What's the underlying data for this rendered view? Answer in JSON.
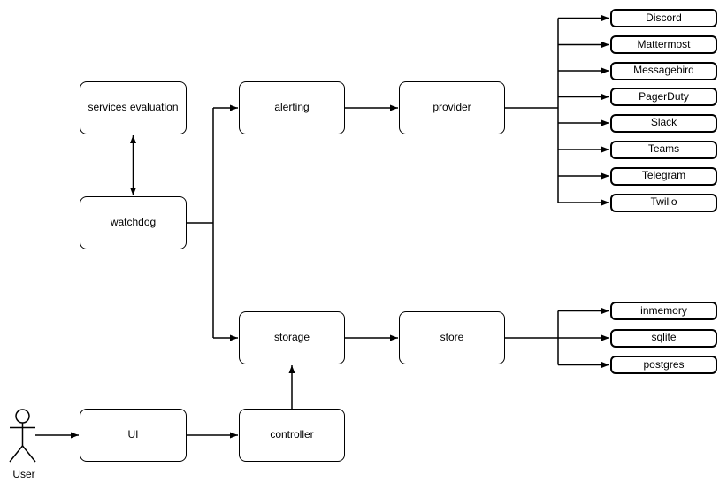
{
  "diagram": {
    "nodes": {
      "services_evaluation": "services evaluation",
      "watchdog": "watchdog",
      "alerting": "alerting",
      "provider": "provider",
      "storage": "storage",
      "store": "store",
      "ui": "UI",
      "controller": "controller"
    },
    "provider_targets": [
      "Discord",
      "Mattermost",
      "Messagebird",
      "PagerDuty",
      "Slack",
      "Teams",
      "Telegram",
      "Twilio"
    ],
    "store_targets": [
      "inmemory",
      "sqlite",
      "postgres"
    ],
    "actor": {
      "label": "User"
    },
    "edges": [
      {
        "from": "services_evaluation",
        "to": "watchdog",
        "style": "bidirectional"
      },
      {
        "from": "watchdog",
        "to": "alerting",
        "style": "arrow"
      },
      {
        "from": "watchdog",
        "to": "storage",
        "style": "arrow"
      },
      {
        "from": "alerting",
        "to": "provider",
        "style": "arrow"
      },
      {
        "from": "provider",
        "to": "Discord",
        "style": "arrow"
      },
      {
        "from": "provider",
        "to": "Mattermost",
        "style": "arrow"
      },
      {
        "from": "provider",
        "to": "Messagebird",
        "style": "arrow"
      },
      {
        "from": "provider",
        "to": "PagerDuty",
        "style": "arrow"
      },
      {
        "from": "provider",
        "to": "Slack",
        "style": "arrow"
      },
      {
        "from": "provider",
        "to": "Teams",
        "style": "arrow"
      },
      {
        "from": "provider",
        "to": "Telegram",
        "style": "arrow"
      },
      {
        "from": "provider",
        "to": "Twilio",
        "style": "arrow"
      },
      {
        "from": "storage",
        "to": "store",
        "style": "arrow"
      },
      {
        "from": "store",
        "to": "inmemory",
        "style": "arrow"
      },
      {
        "from": "store",
        "to": "sqlite",
        "style": "arrow"
      },
      {
        "from": "store",
        "to": "postgres",
        "style": "arrow"
      },
      {
        "from": "User",
        "to": "ui",
        "style": "arrow"
      },
      {
        "from": "ui",
        "to": "controller",
        "style": "arrow"
      },
      {
        "from": "controller",
        "to": "storage",
        "style": "arrow"
      }
    ],
    "colors": {
      "background": "#ffffff",
      "node_fill": "#ffffff",
      "stroke": "#000000",
      "text": "#000000"
    }
  }
}
